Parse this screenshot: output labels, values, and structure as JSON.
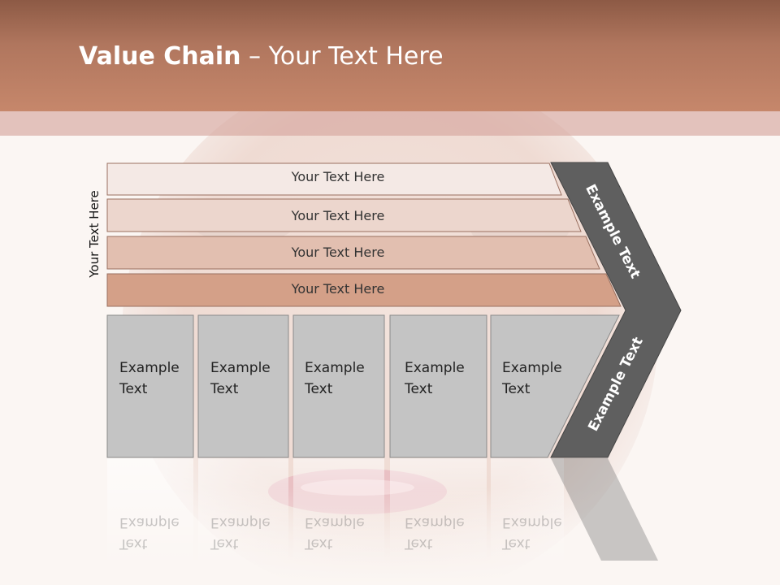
{
  "slide": {
    "title_bold": "Value Chain",
    "title_rest": " – Your Text Here",
    "side_label": "Your Text Here"
  },
  "rows": [
    {
      "label": "Your Text Here",
      "color": "#f4e9e5"
    },
    {
      "label": "Your Text Here",
      "color": "#ecd6cd"
    },
    {
      "label": "Your Text Here",
      "color": "#e2bfb0"
    },
    {
      "label": "Your Text Here",
      "color": "#d4a088"
    }
  ],
  "boxes": [
    {
      "line1": "Example",
      "line2": "Text"
    },
    {
      "line1": "Example",
      "line2": "Text"
    },
    {
      "line1": "Example",
      "line2": "Text"
    },
    {
      "line1": "Example",
      "line2": "Text"
    },
    {
      "line1": "Example",
      "line2": "Text"
    }
  ],
  "chevron": {
    "upper_label": "Example Text",
    "lower_label": "Example Text",
    "color": "#5f5f5f"
  },
  "colors": {
    "header": "#b0765e",
    "box_fill": "#c4c4c4",
    "box_stroke": "#8a8a8a"
  }
}
